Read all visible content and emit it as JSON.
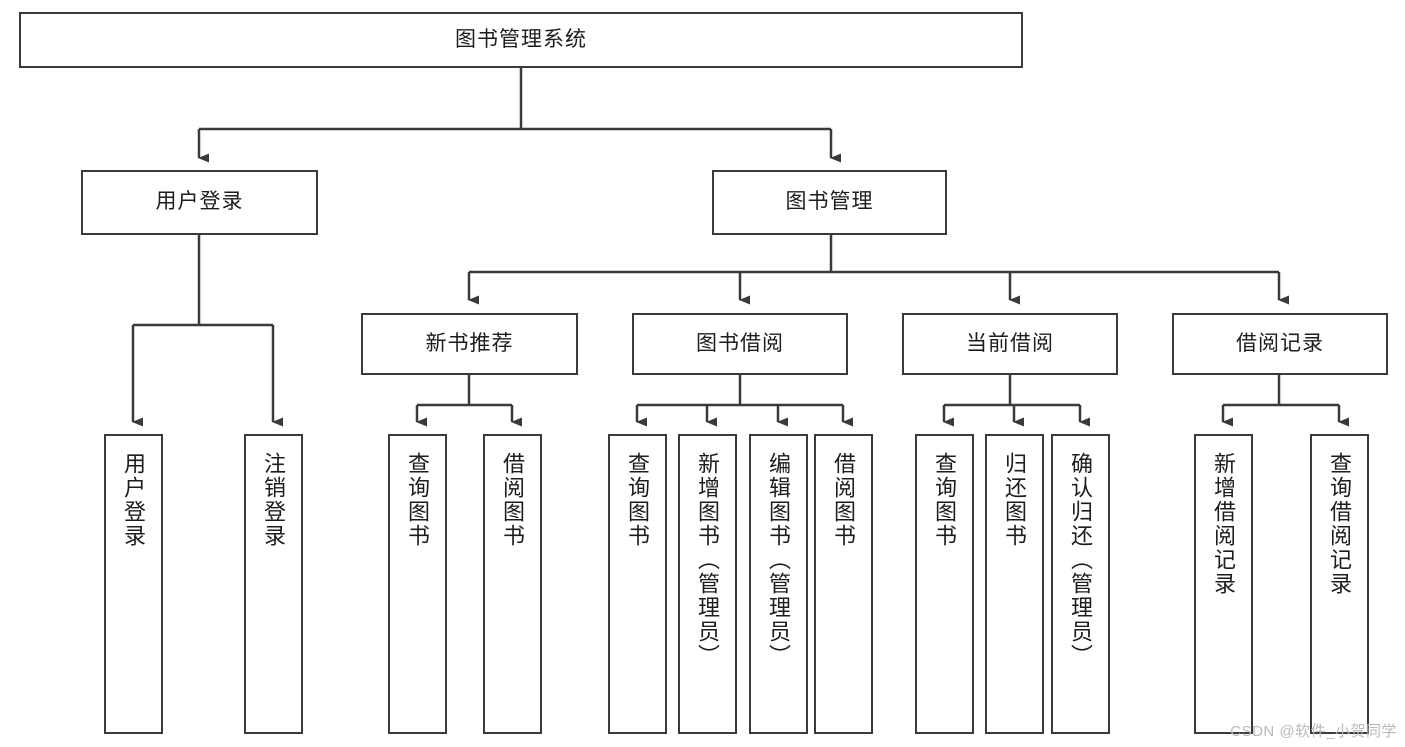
{
  "diagram": {
    "title": "图书管理系统",
    "type": "functional-structure-tree",
    "watermark": "CSDN @软件_小贺同学",
    "colors": {
      "background": "#ffffff",
      "border": "#3a3a3a",
      "text": "#1d1d1d",
      "watermark": "#b9b9b9"
    },
    "root": {
      "label": "图书管理系统"
    },
    "level2": [
      {
        "label": "用户登录"
      },
      {
        "label": "图书管理"
      }
    ],
    "level3": [
      {
        "label": "新书推荐"
      },
      {
        "label": "图书借阅"
      },
      {
        "label": "当前借阅"
      },
      {
        "label": "借阅记录"
      }
    ],
    "leaves": {
      "user_login": [
        {
          "label": "用户登录"
        },
        {
          "label": "注销登录"
        }
      ],
      "new_book_recommend": [
        {
          "label": "查询图书"
        },
        {
          "label": "借阅图书"
        }
      ],
      "book_borrow": [
        {
          "label": "查询图书"
        },
        {
          "label": "新增图书（管理员）"
        },
        {
          "label": "编辑图书（管理员）"
        },
        {
          "label": "借阅图书"
        }
      ],
      "current_borrow": [
        {
          "label": "查询图书"
        },
        {
          "label": "归还图书"
        },
        {
          "label": "确认归还（管理员）"
        }
      ],
      "borrow_record": [
        {
          "label": "新增借阅记录"
        },
        {
          "label": "查询借阅记录"
        }
      ]
    }
  }
}
